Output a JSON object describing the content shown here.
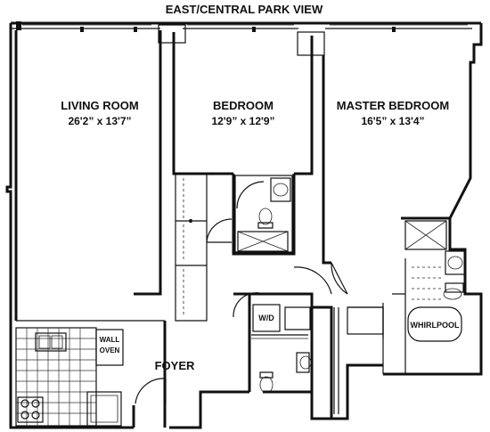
{
  "title": "EAST/CENTRAL PARK VIEW",
  "rooms": {
    "living": {
      "name": "LIVING ROOM",
      "dims": "26'2” x 13'7”"
    },
    "bedroom": {
      "name": "BEDROOM",
      "dims": "12'9” x 12'9”"
    },
    "master": {
      "name": "MASTER BEDROOM",
      "dims": "16'5” x 13'4”"
    }
  },
  "labels": {
    "foyer": "FOYER",
    "wall_oven_1": "WALL",
    "wall_oven_2": "OVEN",
    "wd": "W/D",
    "whirlpool": "WHIRLPOOL"
  }
}
